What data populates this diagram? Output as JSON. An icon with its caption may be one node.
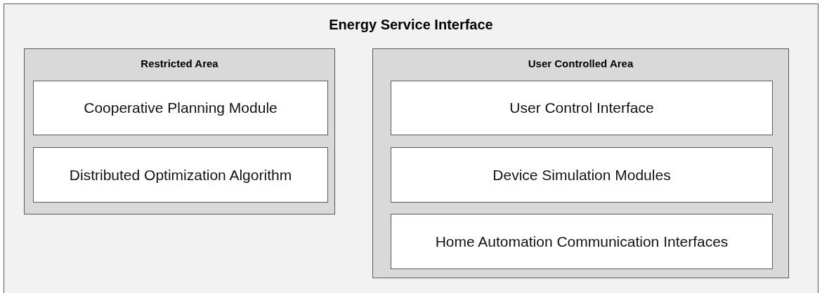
{
  "diagram": {
    "nodes": [
      {
        "text": [
          "Energy Service Interface"
        ]
      },
      {
        "text": [
          "Restricted Area"
        ],
        "in": 0
      },
      {
        "text": [
          "Cooperative Planning Module"
        ],
        "in": 1
      },
      {
        "text": [
          "Distributed Optimization Algorithm"
        ],
        "in": 1
      },
      {
        "text": [
          "User Controlled Area"
        ],
        "in": 0
      },
      {
        "text": [
          "User Control Interface"
        ],
        "in": 4
      },
      {
        "text": [
          "Device Simulation Modules"
        ],
        "in": 4
      },
      {
        "text": [
          "Home Automation Communication Interfaces"
        ],
        "in": 4
      }
    ]
  }
}
